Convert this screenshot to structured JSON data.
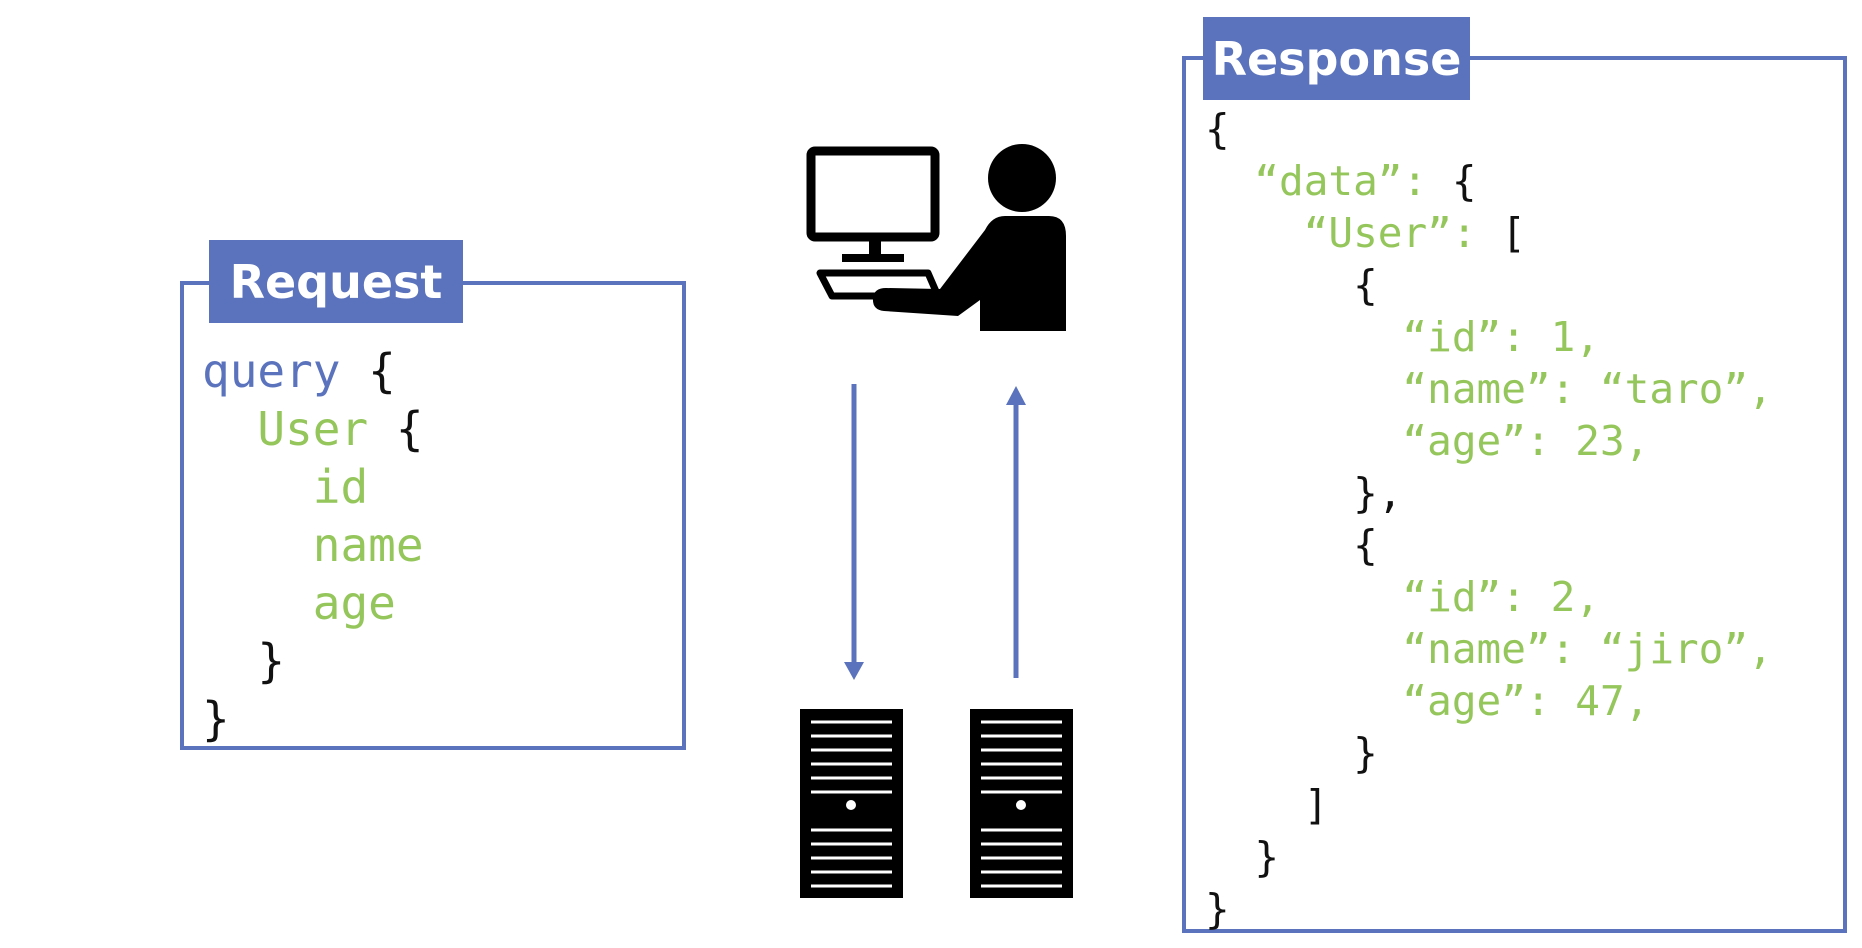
{
  "request": {
    "title": "Request",
    "lines": [
      [
        {
          "t": "query",
          "c": "kw"
        },
        {
          "t": " {",
          "c": "pun"
        }
      ],
      [
        {
          "t": "  User",
          "c": "str"
        },
        {
          "t": " {",
          "c": "pun"
        }
      ],
      [
        {
          "t": "    id",
          "c": "str"
        }
      ],
      [
        {
          "t": "    name",
          "c": "str"
        }
      ],
      [
        {
          "t": "    age",
          "c": "str"
        }
      ],
      [
        {
          "t": "  }",
          "c": "pun"
        }
      ],
      [
        {
          "t": "}",
          "c": "pun"
        }
      ]
    ]
  },
  "response": {
    "title": "Response",
    "lines": [
      [
        {
          "t": "{",
          "c": "pun"
        }
      ],
      [
        {
          "t": "  “data”: ",
          "c": "str"
        },
        {
          "t": "{",
          "c": "pun"
        }
      ],
      [
        {
          "t": "    “User”: ",
          "c": "str"
        },
        {
          "t": "[",
          "c": "pun"
        }
      ],
      [
        {
          "t": "      {",
          "c": "pun"
        }
      ],
      [
        {
          "t": "        “id”: 1,",
          "c": "str"
        }
      ],
      [
        {
          "t": "        “name”: “taro”,",
          "c": "str"
        }
      ],
      [
        {
          "t": "        “age”: 23,",
          "c": "str"
        }
      ],
      [
        {
          "t": "      },",
          "c": "pun"
        }
      ],
      [
        {
          "t": "      {",
          "c": "pun"
        }
      ],
      [
        {
          "t": "        “id”: 2,",
          "c": "str"
        }
      ],
      [
        {
          "t": "        “name”: “jiro”,",
          "c": "str"
        }
      ],
      [
        {
          "t": "        “age”: 47,",
          "c": "str"
        }
      ],
      [
        {
          "t": "      }",
          "c": "pun"
        }
      ],
      [
        {
          "t": "    ]",
          "c": "pun"
        }
      ],
      [
        {
          "t": "  }",
          "c": "pun"
        }
      ],
      [
        {
          "t": "}",
          "c": "pun"
        }
      ]
    ]
  },
  "icons": {
    "client": "user-at-computer-icon",
    "server": "server-tower-icon"
  },
  "colors": {
    "accent": "#5b73bd",
    "string": "#94c65c",
    "punctuation": "#111111"
  }
}
